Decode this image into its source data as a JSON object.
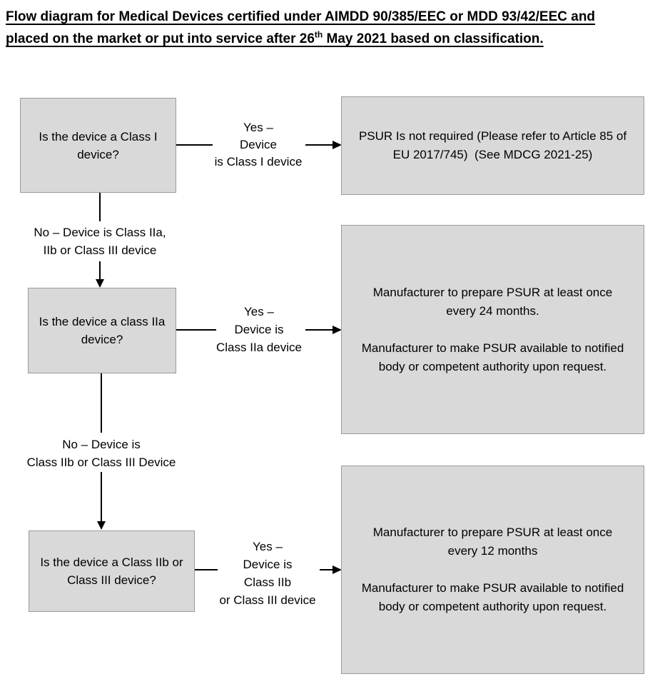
{
  "title": {
    "line1": "Flow diagram for Medical Devices certified under AIMDD 90/385/EEC or MDD 93/42/EEC and",
    "line2_pre": "placed on the market or put into service after 26",
    "line2_sup": "th",
    "line2_post": " May 2021 based on classification."
  },
  "colors": {
    "box_fill": "#d9d9d9",
    "box_border": "#9a9a9a",
    "arrow": "#000000"
  },
  "questions": {
    "q1": {
      "lines": [
        "Is the device a Class I",
        "device?"
      ]
    },
    "q2": {
      "lines": [
        "Is the device a class IIa",
        "device?"
      ]
    },
    "q3": {
      "lines": [
        "Is the device a Class IIb or",
        "Class III device?"
      ]
    }
  },
  "results": {
    "r1": {
      "lines": [
        "PSUR Is not required (Please refer to Article 85 of",
        "EU 2017/745)  (See MDCG 2021-25)"
      ]
    },
    "r2": {
      "para1": [
        "Manufacturer to prepare PSUR at least once",
        "every 24 months."
      ],
      "para2": [
        "Manufacturer to make PSUR available to notified",
        "body or competent authority upon request."
      ]
    },
    "r3": {
      "para1": [
        "Manufacturer to prepare PSUR at least once",
        "every 12 months"
      ],
      "para2": [
        "Manufacturer to make PSUR available to notified",
        "body or competent authority upon request."
      ]
    }
  },
  "edge_labels": {
    "yes1": {
      "lines": [
        "Yes –",
        "Device",
        "is Class I device"
      ]
    },
    "no1": {
      "lines": [
        "No – Device is Class IIa,",
        "IIb or Class III device"
      ]
    },
    "yes2": {
      "lines": [
        "Yes –",
        "Device is",
        "Class IIa device"
      ]
    },
    "no2": {
      "lines": [
        "No – Device is",
        "Class IIb or Class III Device"
      ]
    },
    "yes3": {
      "lines": [
        "Yes –",
        "Device is",
        "Class IIb",
        "or Class III device"
      ]
    }
  }
}
